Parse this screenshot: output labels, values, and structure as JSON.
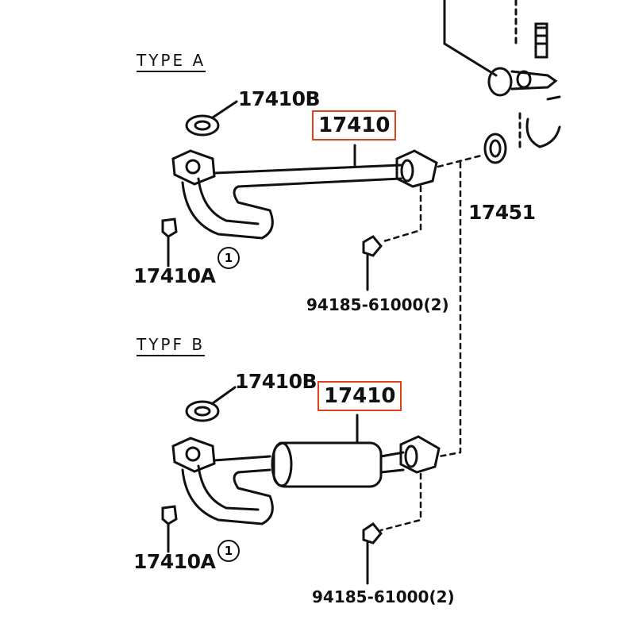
{
  "type_a": {
    "title": "TYPE A",
    "gasket": "17410B",
    "pipe": "17410",
    "bolt": "17410A",
    "note": "1",
    "nut": "94185-61000(2)"
  },
  "type_b": {
    "title": "TYPF B",
    "gasket": "17410B",
    "pipe": "17410",
    "bolt": "17410A",
    "note": "1",
    "nut": "94185-61000(2)"
  },
  "shared": {
    "gasket": "17451"
  },
  "colors": {
    "highlight": "#e0401c",
    "ink": "#111111"
  }
}
